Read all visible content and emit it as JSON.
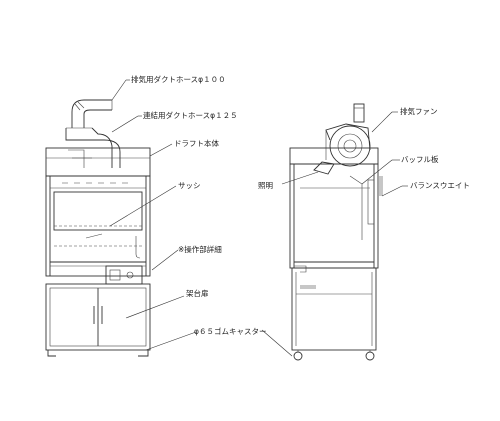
{
  "labels": {
    "exhaust_hose": "排気用ダクトホースφ１００",
    "connect_hose": "連結用ダクトホースφ１２５",
    "draft_body": "ドラフト本体",
    "sash": "サッシ",
    "operation_note": "※操作部詳細",
    "stand_door": "架台扉",
    "caster": "φ６５ゴムキャスター",
    "exhaust_fan": "排気ファン",
    "baffle": "バッフル板",
    "lighting": "照明",
    "balance_weight": "バランスウエイト"
  }
}
